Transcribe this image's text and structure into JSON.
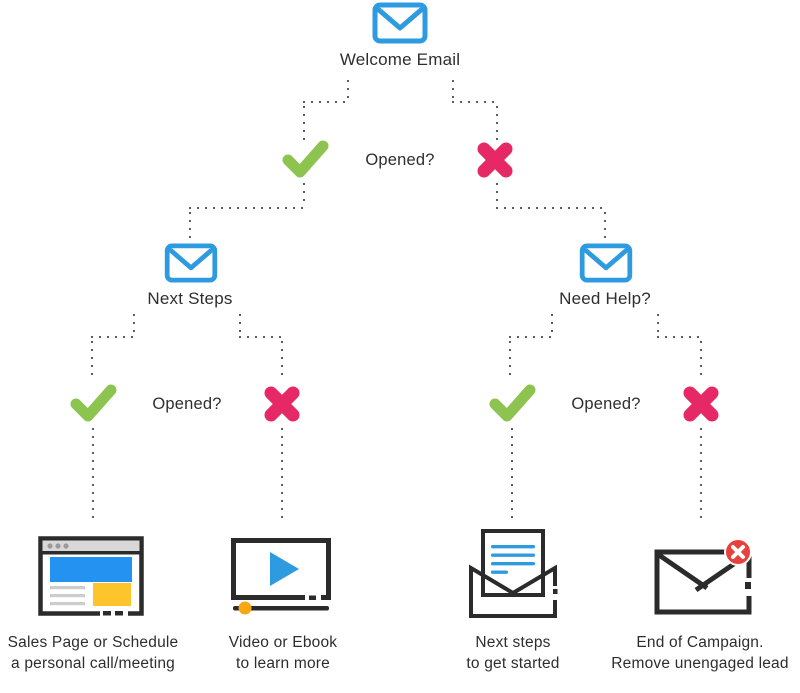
{
  "colors": {
    "blue": "#2E9BE0",
    "blue_bright": "#2492F0",
    "green": "#8CC44F",
    "pink": "#E62866",
    "red": "#E8403A",
    "yellow": "#FDC42C",
    "orange": "#F9A813",
    "stroke": "#2B2B2B",
    "dot": "#5C5C5C",
    "text": "#2E2E2E",
    "gray_bar": "#D8D8D8",
    "gray_dot": "#9A9A9A",
    "gray_line": "#CDCDCD"
  },
  "icons": {
    "root": "email-icon",
    "yes": "green-check-icon",
    "no": "pink-x-icon",
    "outcome1": "browser-window-icon",
    "outcome2": "video-player-icon",
    "outcome3": "open-envelope-letter-icon",
    "outcome4": "envelope-removed-icon"
  },
  "nodes": {
    "root_label": "Welcome Email",
    "q_root": "Opened?",
    "left_label": "Next Steps",
    "q_left": "Opened?",
    "right_label": "Need Help?",
    "q_right": "Opened?"
  },
  "outcomes": [
    {
      "caption1": "Sales Page or Schedule",
      "caption2": "a personal call/meeting"
    },
    {
      "caption1": "Video or Ebook",
      "caption2": "to learn more"
    },
    {
      "caption1": "Next steps",
      "caption2": "to get started"
    },
    {
      "caption1": "End of Campaign.",
      "caption2": "Remove unengaged lead"
    }
  ]
}
